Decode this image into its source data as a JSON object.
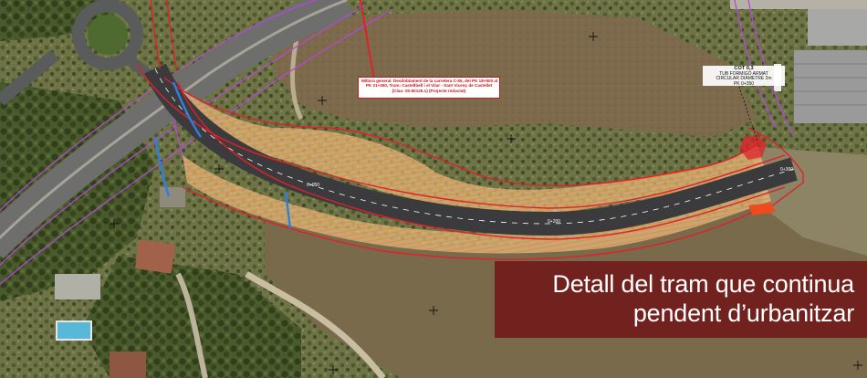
{
  "callout": {
    "lines": [
      "Millora general. Desdoblament de la carretera C-55, del PK 18+500 al",
      "PK 21+350, Tram: Castellbell i el Vilar - Sant Vicenç de Castellet",
      "(Clau: 00-60125.1) (Projecte redactat)"
    ],
    "color": "#d0141b"
  },
  "cot_label": {
    "title": "COT 0,3",
    "lines": [
      "TUB FORMIGÓ ARMAT",
      "CIRCULAR DIÀMETRE 2m",
      "PK 0+350"
    ]
  },
  "road_tags": [
    "0+050",
    "0+200",
    "0+300"
  ],
  "caption": {
    "line1": "Detall del tram que continua",
    "line2": "pendent d’urbanitzar",
    "background": "#6e0e12"
  },
  "colors": {
    "project_outline": "#e0202a",
    "hatch": "#f0a347",
    "road": "#3b3b3d",
    "existing_axis": "#b04ad6",
    "drain": "#2f7fe0"
  }
}
